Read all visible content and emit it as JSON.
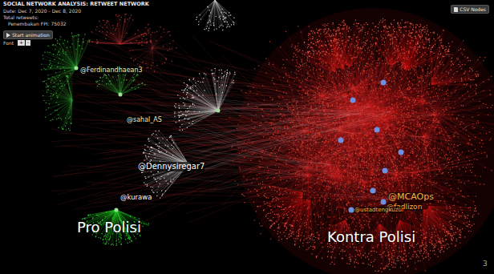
{
  "diagram": {
    "title": "SOCIAL NETWORK ANALYSIS: RETWEET NETWORK",
    "nodes": [
      {
        "text": [
          "Start animation"
        ]
      },
      {
        "text": [
          "CSV Nodes"
        ]
      }
    ],
    "labels": [
      "Date: Dec 7, 2020 - Dec 8, 2020",
      "Total retweets:",
      "Penembakan FPI: 75032",
      "Font",
      "+",
      "-",
      "@Ferdinandhaean3",
      "@sahal_AS",
      "@Dennysiregar7",
      "@kurawa",
      "@MCAOps",
      "@fadlizon",
      "@ustadtengkuzul",
      "Pro Polisi",
      "Kontra Polisi",
      "3"
    ]
  }
}
